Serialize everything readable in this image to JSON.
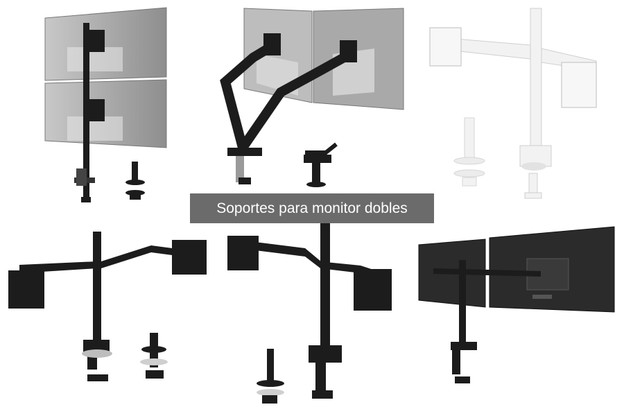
{
  "caption": "Soportes para monitor dobles",
  "products": [
    {
      "name": "stacked-dual-monitor-stand",
      "color": "#1c1c1c"
    },
    {
      "name": "gas-spring-dual-arm",
      "color": "#1c1c1c"
    },
    {
      "name": "white-dual-monitor-arm",
      "color": "#f2f2f2"
    },
    {
      "name": "dual-arm-mount-left",
      "color": "#1c1c1c"
    },
    {
      "name": "dual-arm-mount-center",
      "color": "#1c1c1c"
    },
    {
      "name": "single-pole-dual-mount-with-monitors",
      "color": "#1c1c1c"
    }
  ],
  "colors": {
    "metal_dark": "#1c1c1c",
    "screen_gray": "#a9a9a9",
    "monitor_black": "#2b2b2b",
    "caption_bg": "#6b6b6b",
    "caption_text": "#ffffff"
  }
}
